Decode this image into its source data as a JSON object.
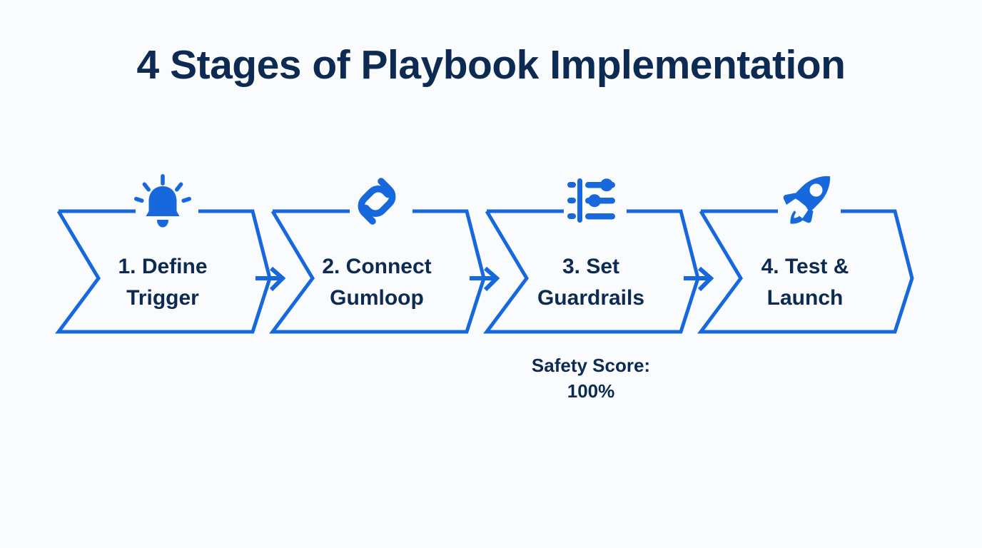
{
  "page": {
    "title": "4 Stages of Playbook Implementation",
    "background_color": "#fafbfc",
    "accent_color": "#1668dc",
    "text_color": "#0d2a52"
  },
  "flow": {
    "type": "chevron-process",
    "stages": [
      {
        "number": "1.",
        "label": "1. Define\nTrigger",
        "icon": "bell-icon",
        "note": ""
      },
      {
        "number": "2.",
        "label": "2. Connect\nGumloop",
        "icon": "chain-link-icon",
        "note": ""
      },
      {
        "number": "3.",
        "label": "3. Set\nGuardrails",
        "icon": "sliders-icon",
        "note": "Safety Score:\n100%"
      },
      {
        "number": "4.",
        "label": "4. Test &\nLaunch",
        "icon": "rocket-icon",
        "note": ""
      }
    ],
    "connectors": [
      "arrow-right",
      "arrow-right",
      "arrow-right"
    ]
  }
}
